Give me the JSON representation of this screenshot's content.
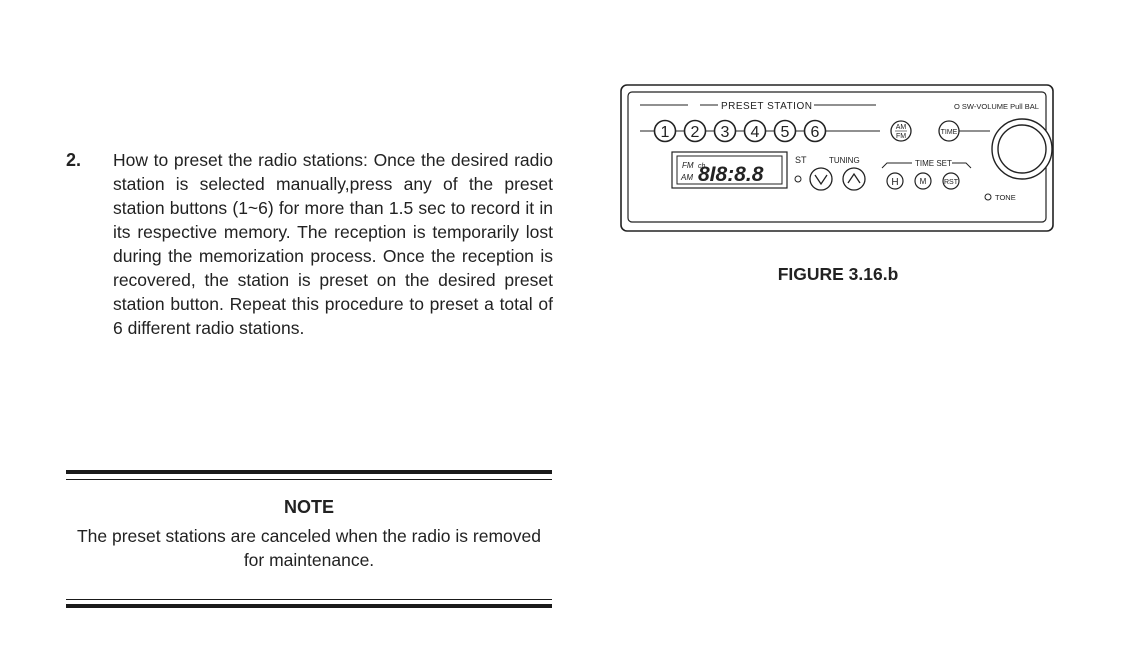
{
  "step": {
    "number": "2.",
    "text": "How to preset the radio stations: Once the desired radio station is selected manually,press any of the preset station buttons (1~6) for more than 1.5 sec to record it in its respective memory. The reception is temporarily lost during the memorization process. Once the reception is recovered, the station is preset on the desired preset station button. Repeat this procedure to preset a total of 6 different radio stations."
  },
  "note": {
    "title": "NOTE",
    "text": "The preset stations are canceled when the radio is removed for maintenance."
  },
  "figure": {
    "caption": "FIGURE 3.16.b",
    "preset_station_label": "PRESET STATION",
    "sw_volume_label": "O SW-VOLUME Pull BAL",
    "preset_buttons": [
      "1",
      "2",
      "3",
      "4",
      "5",
      "6"
    ],
    "am_fm_top": "AM",
    "am_fm_bottom": "FM",
    "time_button": "TIME",
    "display_fm": "FM",
    "display_ch": "ch",
    "display_am": "AM",
    "display_digits": "8I8:8.8",
    "st_label": "ST",
    "tuning_label": "TUNING",
    "time_set_label": "TIME SET",
    "time_set_buttons": [
      "H",
      "M",
      "RST"
    ],
    "tone_label": "TONE"
  }
}
